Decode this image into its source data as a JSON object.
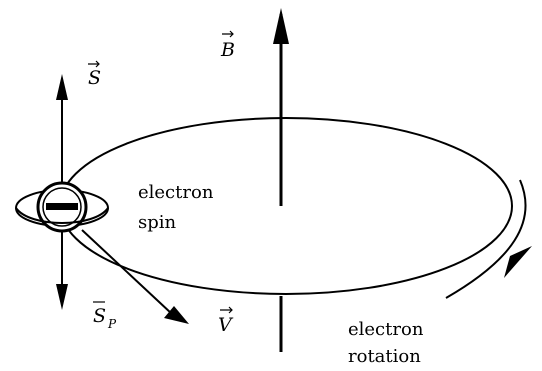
{
  "labels": {
    "s": "S",
    "b": "B",
    "sp": "S",
    "sp_sub": "P",
    "v": "V",
    "electron_spin": [
      "electron",
      "spin"
    ],
    "electron_rotation": [
      "electron",
      "rotation"
    ]
  },
  "icons": {
    "electron": "minus-sign-in-circle-icon"
  }
}
